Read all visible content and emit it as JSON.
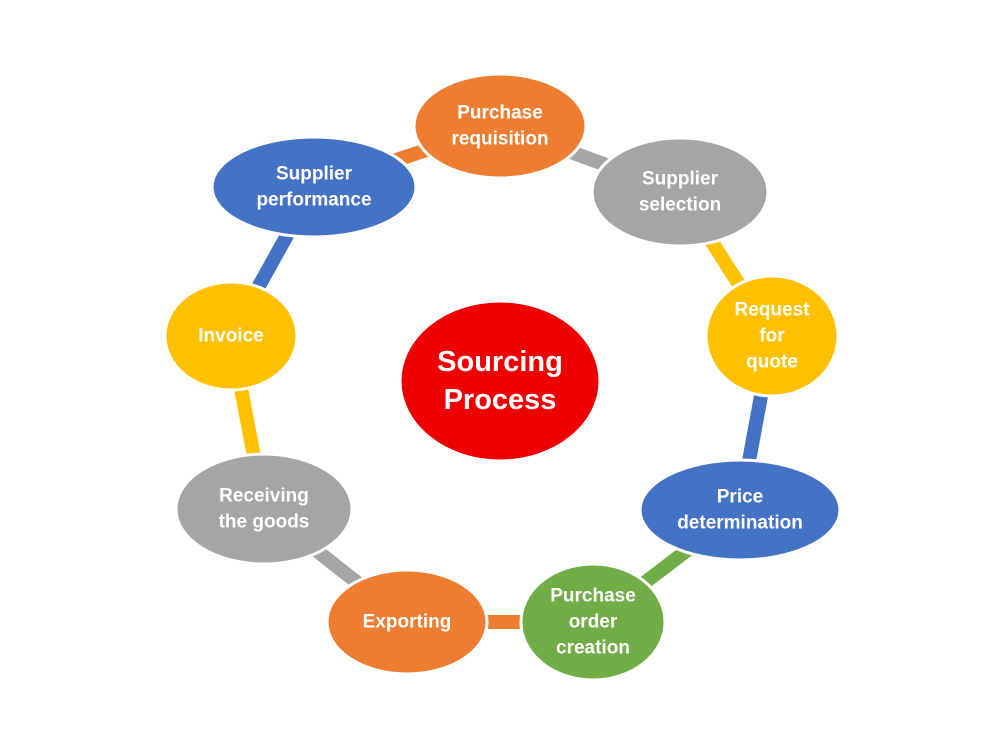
{
  "center": {
    "lines": [
      "Sourcing",
      "Process"
    ],
    "color": "#ee0000"
  },
  "steps": [
    {
      "lines": [
        "Purchase",
        "requisition"
      ],
      "color": "#ed7d31"
    },
    {
      "lines": [
        "Supplier",
        "selection"
      ],
      "color": "#a5a5a5"
    },
    {
      "lines": [
        "Request",
        "for",
        "quote"
      ],
      "color": "#ffc000"
    },
    {
      "lines": [
        "Price",
        "determination"
      ],
      "color": "#4472c4"
    },
    {
      "lines": [
        "Purchase",
        "order",
        "creation"
      ],
      "color": "#70ad47"
    },
    {
      "lines": [
        "Exporting"
      ],
      "color": "#ed7d31"
    },
    {
      "lines": [
        "Receiving",
        "the goods"
      ],
      "color": "#a5a5a5"
    },
    {
      "lines": [
        "Invoice"
      ],
      "color": "#ffc000"
    },
    {
      "lines": [
        "Supplier",
        "performance"
      ],
      "color": "#4472c4"
    }
  ],
  "connectors": [
    {
      "color": "#ed7d31"
    },
    {
      "color": "#a5a5a5"
    },
    {
      "color": "#ffc000"
    },
    {
      "color": "#4472c4"
    },
    {
      "color": "#70ad47"
    },
    {
      "color": "#ed7d31"
    },
    {
      "color": "#a5a5a5"
    },
    {
      "color": "#ffc000"
    },
    {
      "color": "#4472c4"
    }
  ]
}
